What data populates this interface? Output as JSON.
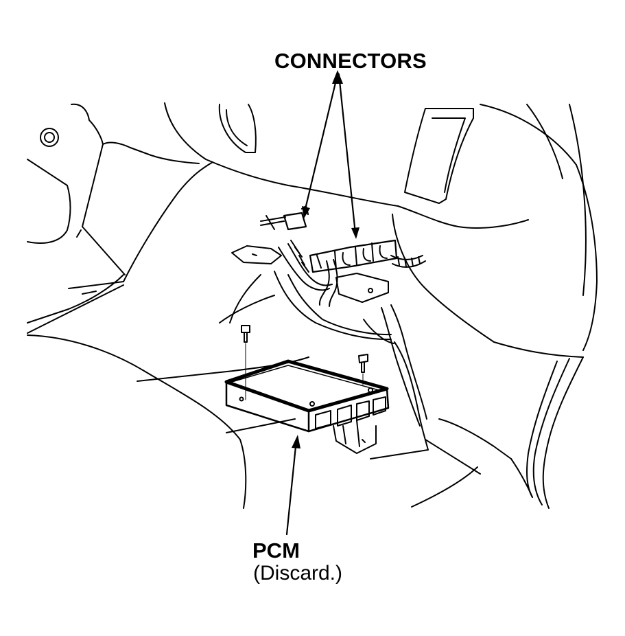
{
  "labels": {
    "connectors": "CONNECTORS",
    "pcm": "PCM",
    "pcm_note": "(Discard.)"
  },
  "colors": {
    "ink": "#000000",
    "paper": "#ffffff"
  }
}
